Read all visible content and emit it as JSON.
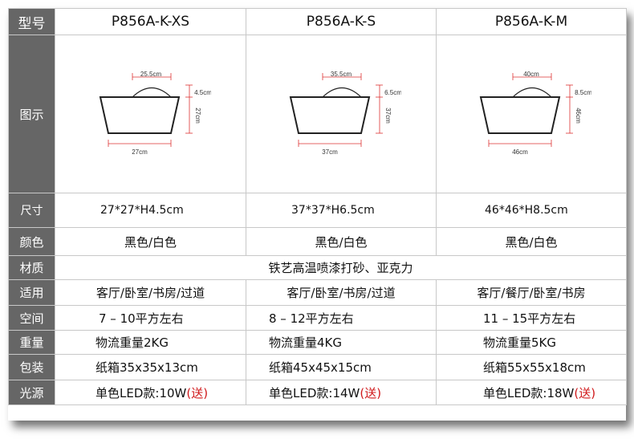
{
  "labels": {
    "model": "型号",
    "figure": "图示",
    "size": "尺寸",
    "color": "颜色",
    "material": "材质",
    "use": "适用",
    "area": "空间",
    "weight": "重量",
    "pack": "包装",
    "light": "光源"
  },
  "models": [
    {
      "name": "P856A-K-XS",
      "size": "27*27*H4.5cm",
      "color": "黑色/白色",
      "use": "客厅/卧室/书房/过道",
      "area": "7 – 10平方左右",
      "weight": "物流重量2KG",
      "pack": "纸箱35x35x13cm",
      "light": "单色LED款:10W",
      "free": "(送)",
      "dims": {
        "top": "25.5cm",
        "h": "4.5cm",
        "side": "27cm",
        "bottom": "27cm"
      }
    },
    {
      "name": "P856A-K-S",
      "size": "37*37*H6.5cm",
      "color": "黑色/白色",
      "use": "客厅/卧室/书房/过道",
      "area": "8 – 12平方左右",
      "weight": "物流重量4KG",
      "pack": "纸箱45x45x15cm",
      "light": "单色LED款:14W",
      "free": "(送)",
      "dims": {
        "top": "35.5cm",
        "h": "6.5cm",
        "side": "37cm",
        "bottom": "37cm"
      }
    },
    {
      "name": "P856A-K-M",
      "size": "46*46*H8.5cm",
      "color": "黑色/白色",
      "use": "客厅/餐厅/卧室/书房",
      "area": "11 – 15平方左右",
      "weight": "物流重量5KG",
      "pack": "纸箱55x55x18cm",
      "light": "单色LED款:18W",
      "free": "(送)",
      "dims": {
        "top": "40cm",
        "h": "8.5cm",
        "side": "46cm",
        "bottom": "46cm"
      }
    }
  ],
  "material": "铁艺高温喷漆打砂、亚克力"
}
